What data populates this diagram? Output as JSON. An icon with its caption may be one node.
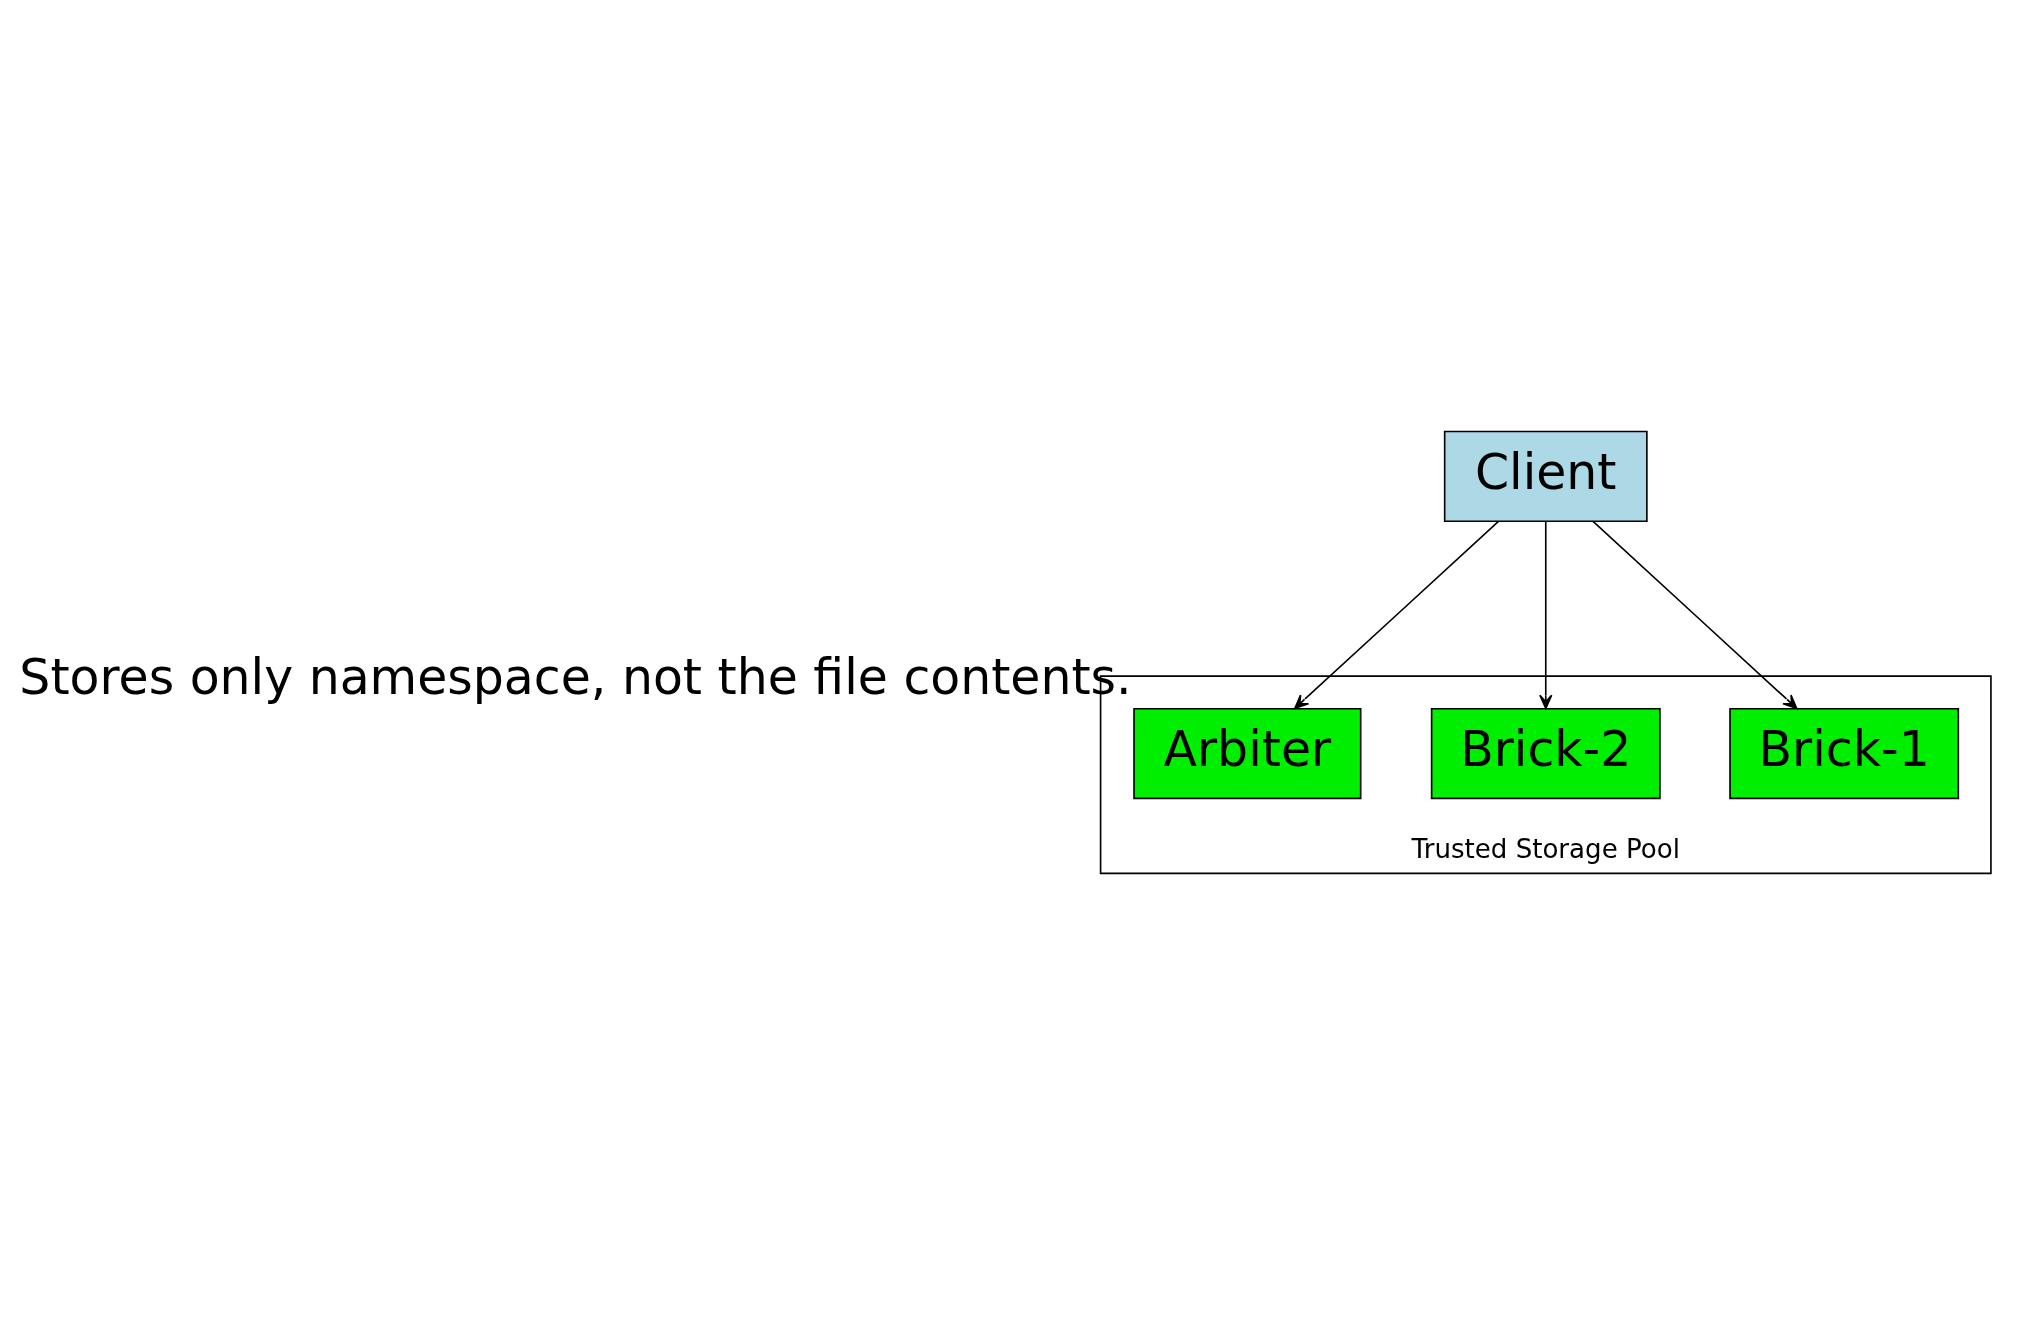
{
  "diagram": {
    "nodes": [
      {
        "text": [
          "Client"
        ]
      },
      {
        "text": [
          "Trusted Storage Pool"
        ]
      },
      {
        "text": [
          "Brick-1"
        ],
        "in": 1
      },
      {
        "text": [
          "Brick-2"
        ],
        "in": 1
      },
      {
        "text": [
          "Arbiter"
        ],
        "in": 1,
        "beside": [
          "Stores only namespace, not the file contents."
        ]
      }
    ],
    "edges": [
      {
        "from": 0,
        "to": 2,
        "arrow": "to"
      },
      {
        "from": 0,
        "to": 3,
        "arrow": "to"
      },
      {
        "from": 0,
        "to": 4,
        "arrow": "to"
      }
    ]
  }
}
